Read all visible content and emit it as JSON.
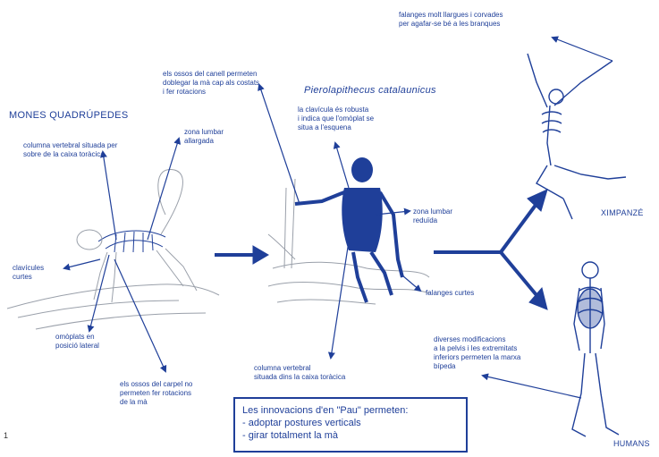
{
  "colors": {
    "ink": "#1f3f99",
    "sketch": "#9aa0aa",
    "background": "#ffffff"
  },
  "titles": {
    "quadrupeds": "MONES QUADRÚPEDES",
    "pierolapithecus": "Pierolapithecus catalaunicus",
    "chimpanzee": "XIMPANZÉ",
    "human": "HUMANS"
  },
  "labels": {
    "wrist_bones": "els ossos del canell permeten\ndoblegar la mà cap als costats\ni fer rotacions",
    "lumbar_elongated": "zona lumbar\nallargada",
    "spine_above_chest": "columna vertebral situada per\nsobre de la caixa toràcica",
    "clavicle_robust": "la clavícula és robusta\ni indica que l'omòplat se\nsitua a l'esquena",
    "lumbar_reduced": "zona lumbar\nreduïda",
    "clavicles_short": "clavícules\ncurtes",
    "phalanges_short": "falanges curtes",
    "scapulae_lateral": "omòplats en\nposició lateral",
    "carpal_no_rotation": "els ossos del carpel no\npermeten fer rotacions\nde la mà",
    "spine_inside_chest": "columna vertebral\nsituada dins la caixa toràcica",
    "phalanges_long": "falanges molt llargues i corvades\nper agafar-se bé a les branques",
    "human_modifications": "diverses modificacions\na la pelvis i les extremitats\ninferiors permeten la marxa\nbípeda"
  },
  "innovations": {
    "heading": "Les innovacions d'en \"Pau\" permeten:",
    "items": [
      "- adoptar postures verticals",
      "- girar totalment la mà"
    ]
  },
  "page_marker": "1"
}
